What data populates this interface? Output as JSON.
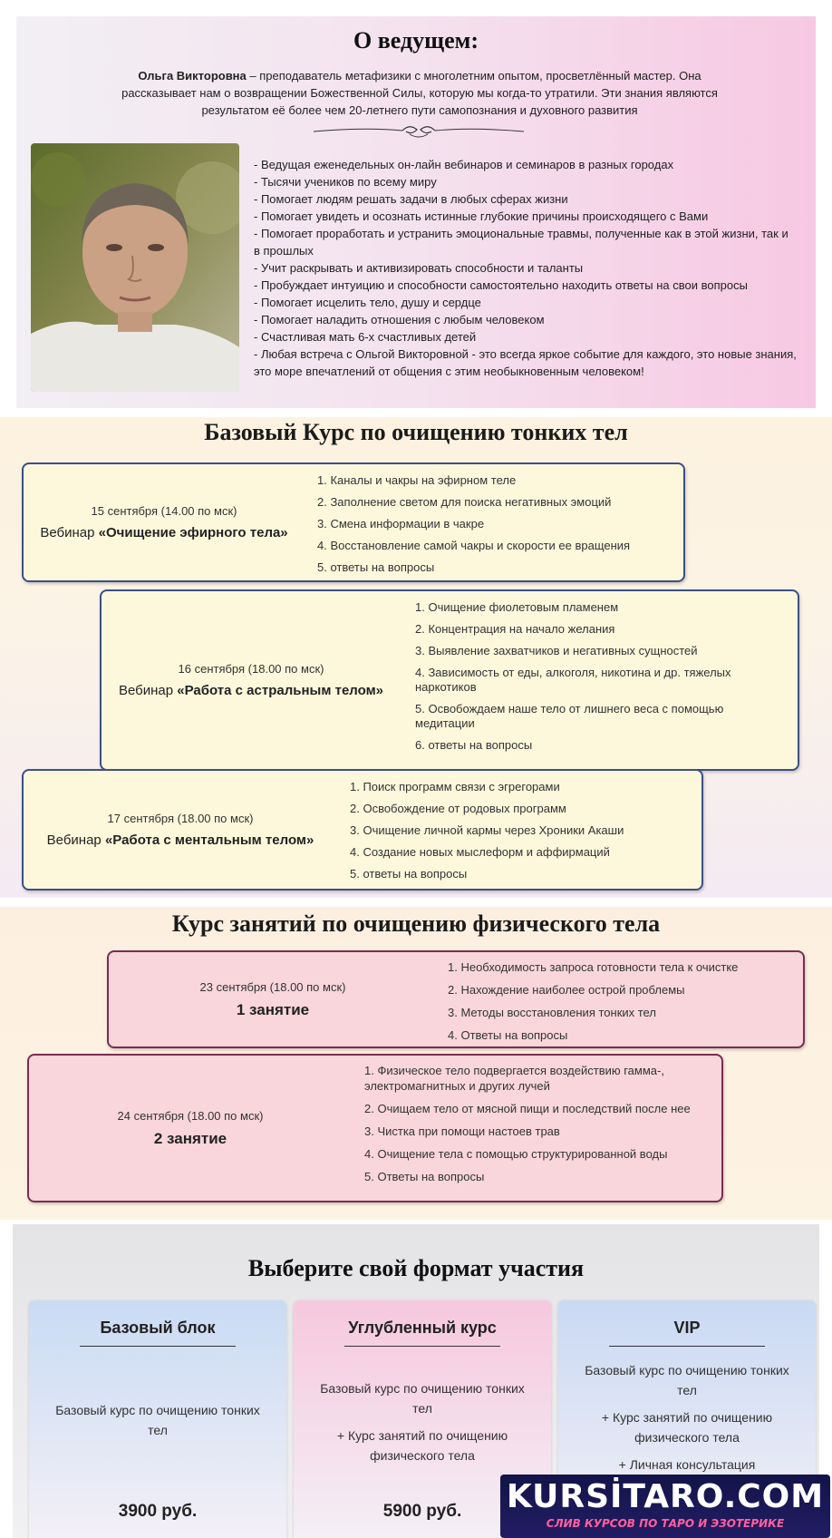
{
  "about": {
    "title": "О ведущем:",
    "name": "Ольга Викторовна",
    "intro": " – преподаватель метафизики с многолетним опытом, просветлённый мастер. Она рассказывает нам о возвращении Божественной Силы, которую мы когда-то утратили. Эти знания являются результатом её более чем 20-летнего пути самопознания и духовного развития",
    "bullets": [
      "- Ведущая еженедельных он-лайн вебинаров и семинаров в разных городах",
      "- Тысячи учеников по всему миру",
      "- Помогает людям решать задачи в любых сферах жизни",
      "- Помогает увидеть и осознать истинные глубокие причины происходящего с Вами",
      "- Помогает проработать и устранить эмоциональные травмы, полученные как в этой жизни, так и в прошлых",
      "- Учит раскрывать и активизировать способности и таланты",
      "- Пробуждает интуицию и способности самостоятельно находить ответы на свои вопросы",
      "- Помогает исцелить тело, душу и сердце",
      "- Помогает наладить отношения с любым человеком",
      "- Счастливая мать 6-х счастливых детей",
      "- Любая встреча с Ольгой Викторовной - это всегда яркое событие для каждого, это новые знания, это море впечатлений от общения с этим необыкновенным человеком!"
    ]
  },
  "course1": {
    "title": "Базовый Курс по очищению тонких тел",
    "webinars": [
      {
        "date": "15 сентября (14.00 по мск)",
        "prefix": "Вебинар ",
        "name": "«Очищение эфирного тела»",
        "items": [
          "1. Каналы и чакры на эфирном теле",
          "2. Заполнение светом для поиска негативных эмоций",
          "3. Смена информации в  чакре",
          "4. Восстановление самой чакры и скорости ее вращения",
          "5. ответы на вопросы"
        ]
      },
      {
        "date": "16 сентября (18.00 по мск)",
        "prefix": "Вебинар ",
        "name": "«Работа с астральным телом»",
        "items": [
          "1. Очищение фиолетовым пламенем",
          "2. Концентрация на начало желания",
          "3. Выявление захватчиков и негативных  сущностей",
          "4. Зависимость от еды, алкоголя, никотина и др. тяжелых наркотиков",
          "5. Освобождаем наше тело от лишнего веса с помощью медитации",
          "6. ответы на вопросы"
        ]
      },
      {
        "date": "17 сентября (18.00 по мск)",
        "prefix": "Вебинар ",
        "name": "«Работа с ментальным  телом»",
        "items": [
          "1. Поиск программ связи с эгрегорами",
          "2. Освобождение от родовых программ",
          "3. Очищение личной кармы через Хроники Акаши",
          "4. Создание новых мыслеформ и аффирмаций",
          "5. ответы на вопросы"
        ]
      }
    ]
  },
  "course2": {
    "title": "Курс занятий по очищению физического тела",
    "lessons": [
      {
        "date": "23 сентября (18.00 по мск)",
        "name": "1 занятие",
        "items": [
          "1. Необходимость запроса готовности тела к очистке",
          "2. Нахождение наиболее острой проблемы",
          "3. Методы восстановления тонких тел",
          "4. Ответы на вопросы"
        ]
      },
      {
        "date": "24 сентября (18.00 по мск)",
        "name": "2 занятие",
        "items": [
          "1.  Физическое тело подвергается воздействию гамма-, электромагнитных и других лучей",
          "2. Очищаем тело от мясной пищи и последствий после нее",
          "3. Чистка при помощи настоев трав",
          "4. Очищение тела с помощью структурированной воды",
          "5. Ответы на вопросы"
        ]
      }
    ]
  },
  "formats": {
    "title": "Выберите свой формат участия",
    "plans": [
      {
        "name": "Базовый блок",
        "lines": [
          "Базовый курс по очищению тонких тел"
        ],
        "price": "3900 руб.",
        "color": "#c9dbf4"
      },
      {
        "name": "Углубленный курс",
        "lines": [
          "Базовый курс по очищению тонких тел",
          "+ Курс занятий по очищению физического тела"
        ],
        "price": "5900 руб.",
        "color": "#f6c8dd"
      },
      {
        "name": "VIP",
        "lines": [
          "Базовый курс по очищению тонких тел",
          "+ Курс занятий по очищению физического тела",
          "+ Личная консультация"
        ],
        "price": "",
        "color": "#c9d9f3"
      }
    ]
  },
  "watermark": {
    "logo": "KURSİTARO.COM",
    "tagline": "СЛИВ КУРСОВ ПО ТАРО И ЭЗОТЕРИКЕ"
  }
}
